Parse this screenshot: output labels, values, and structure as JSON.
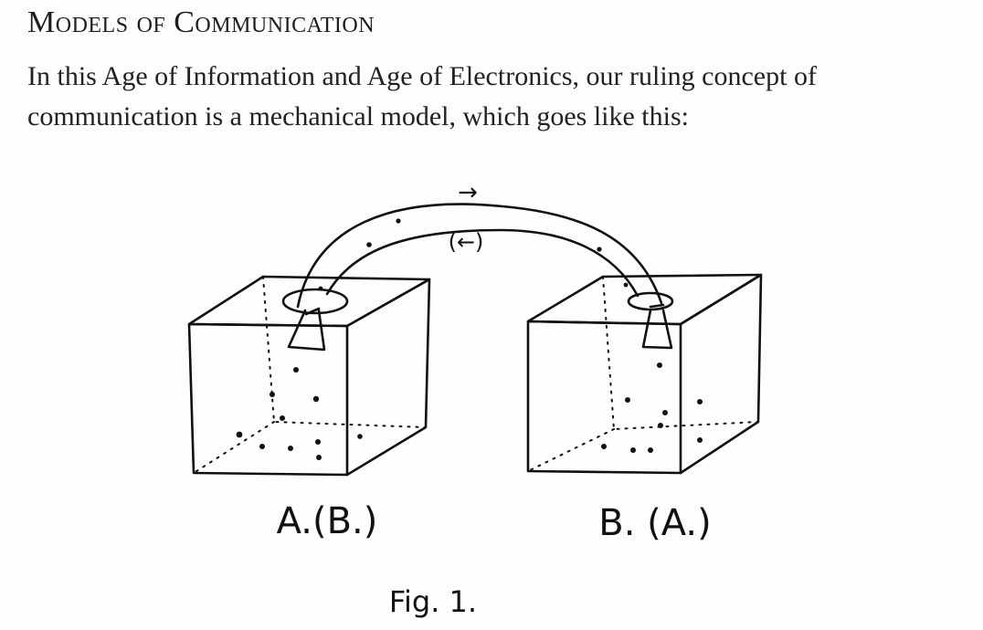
{
  "document": {
    "heading": "Models of Communication",
    "paragraph": "In this Age of Information and Age of Electronics, our ruling concept of communication is a mechanical model, which goes like this:"
  },
  "figure": {
    "left_box_label": "A.(B.)",
    "right_box_label": "B. (A.)",
    "top_arrow": "→",
    "return_arrow": "(←)",
    "caption": "Fig. 1."
  }
}
